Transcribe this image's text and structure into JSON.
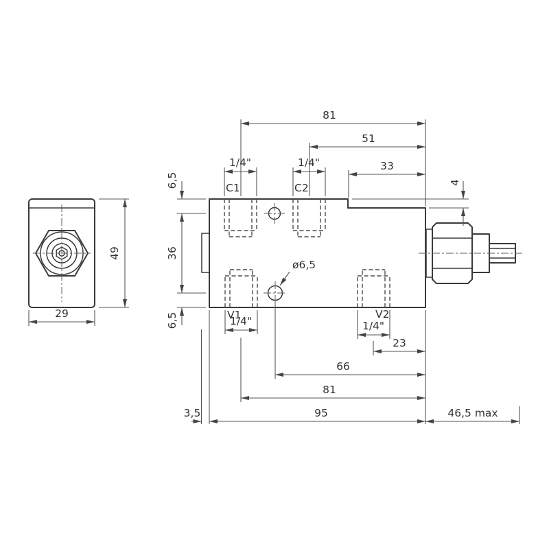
{
  "drawing": {
    "labels": {
      "c1": "C1",
      "c2": "C2",
      "v1": "V1",
      "v2": "V2",
      "port_size": "1/4\"",
      "hole_dia": "ø6,5"
    },
    "dims": {
      "top81": "81",
      "d51": "51",
      "d33": "33",
      "d4": "4",
      "left65a": "6,5",
      "d36": "36",
      "left65b": "6,5",
      "d23": "23",
      "d66": "66",
      "bottom81": "81",
      "d35": "3,5",
      "d95": "95",
      "d465max": "46,5 max",
      "d29": "29",
      "d49": "49"
    },
    "colors": {
      "line": "#3a3a3a",
      "background": "#ffffff"
    }
  }
}
